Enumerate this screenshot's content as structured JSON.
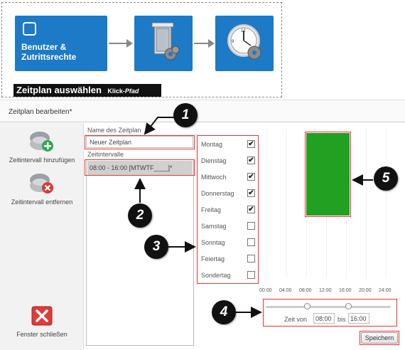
{
  "breadcrumb": {
    "step1_label": "Benutzer &\nZutrittsrechte",
    "banner_title": "Zeitplan auswählen",
    "banner_path_prefix": "Klick-",
    "banner_path_suffix": "Pfad"
  },
  "dialog": {
    "title": "Zeitplan bearbeiten*",
    "add_interval_label": "Zeitintervall hinzufügen",
    "remove_interval_label": "Zeitintervall entfernen",
    "close_window_label": "Fenster schließen",
    "name_label": "Name des Zeitplan",
    "name_value": "Neuer Zeitplan",
    "intervals_label": "Zeitintervalle",
    "intervals": [
      "08:00 - 16:00 [MTWTF____]*"
    ],
    "days": [
      {
        "name": "Montag",
        "checked": true
      },
      {
        "name": "Dienstag",
        "checked": true
      },
      {
        "name": "Mittwoch",
        "checked": true
      },
      {
        "name": "Donnerstag",
        "checked": true
      },
      {
        "name": "Freitag",
        "checked": true
      },
      {
        "name": "Samstag",
        "checked": false
      },
      {
        "name": "Sonntag",
        "checked": false
      },
      {
        "name": "Feiertag",
        "checked": false
      },
      {
        "name": "Sondertag",
        "checked": false
      }
    ],
    "timeline_ticks": [
      "00:00",
      "04:00",
      "08:00",
      "12:00",
      "16:00",
      "20:00",
      "24:00"
    ],
    "interval_start": "08:00",
    "interval_end": "16:00",
    "time_from_label": "Zeit von",
    "time_to_label": "bis",
    "time_from_value": "08:00",
    "time_to_value": "16:00",
    "save_label": "Speichern"
  },
  "callouts": [
    "1",
    "2",
    "3",
    "4",
    "5"
  ],
  "colors": {
    "tile_blue": "#1c7ac7",
    "interval_green": "#22a022",
    "highlight_red": "#ee3333",
    "callout_black": "#111111"
  },
  "icons": {
    "step1": "user-square-icon",
    "step2": "door-gear-icon",
    "step3": "clock-gear-icon",
    "add_interval": "add-interval-icon",
    "remove_interval": "remove-interval-icon",
    "close_window": "close-window-icon"
  }
}
